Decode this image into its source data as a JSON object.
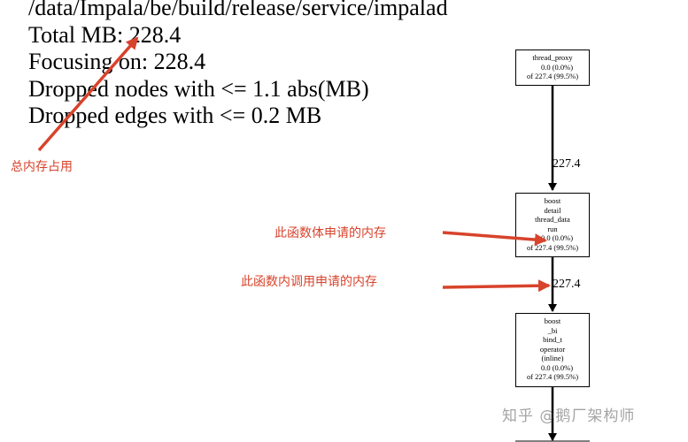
{
  "header": {
    "path": "/data/Impala/be/build/release/service/impalad",
    "total": "Total MB: 228.4",
    "focusing": "Focusing on: 228.4",
    "dropped_nodes": "Dropped nodes with <= 1.1 abs(MB)",
    "dropped_edges": "Dropped edges with <= 0.2 MB"
  },
  "nodes": [
    {
      "lines": [
        "thread_proxy",
        "0.0 (0.0%)",
        "of 227.4 (99.5%)"
      ]
    },
    {
      "lines": [
        "boost",
        "detail",
        "thread_data",
        "run",
        "0.0 (0.0%)",
        "of 227.4 (99.5%)"
      ]
    },
    {
      "lines": [
        "boost",
        "_bi",
        "bind_t",
        "operator",
        "(inline)",
        "0.0 (0.0%)",
        "of 227.4 (99.5%)"
      ]
    }
  ],
  "edges": [
    {
      "label": "227.4"
    },
    {
      "label": "227.4"
    }
  ],
  "annotations": {
    "total_memory": "总内存占用",
    "self_alloc": "此函数体申请的内存",
    "callee_alloc": "此函数内调用申请的内存",
    "color": "#d8432b"
  },
  "watermark": "知乎 @鹅厂架构师"
}
